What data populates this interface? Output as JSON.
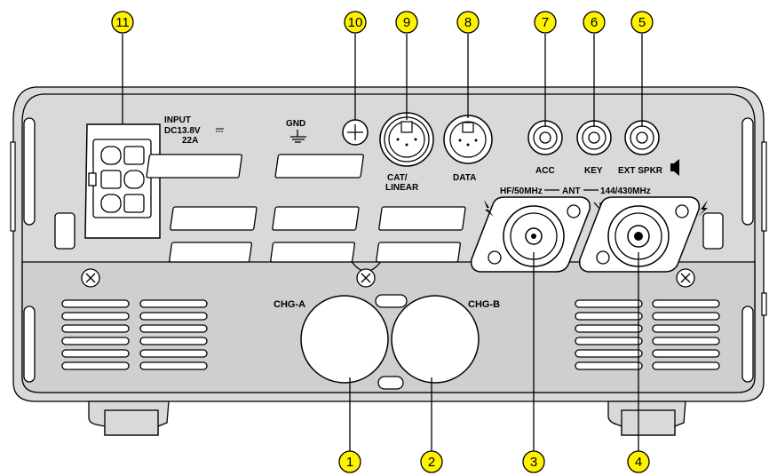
{
  "labels": {
    "input_line1": "INPUT",
    "input_line2": "DC13.8V",
    "input_line3": "22A",
    "gnd": "GND",
    "cat_line1": "CAT/",
    "cat_line2": "LINEAR",
    "data": "DATA",
    "acc": "ACC",
    "key": "KEY",
    "ext_spkr": "EXT SPKR",
    "hf": "HF/50MHz",
    "ant": "ANT",
    "vu": "144/430MHz",
    "chg_a": "CHG-A",
    "chg_b": "CHG-B"
  },
  "callouts": {
    "c1": "1",
    "c2": "2",
    "c3": "3",
    "c4": "4",
    "c5": "5",
    "c6": "6",
    "c7": "7",
    "c8": "8",
    "c9": "9",
    "c10": "10",
    "c11": "11"
  },
  "colors": {
    "callout_fill": "#fff200",
    "body": "#d9d9d9",
    "outline": "#000000"
  },
  "icons": [
    "ground-icon",
    "screw-icon",
    "antenna-icon",
    "speaker-icon",
    "lightning-icon"
  ]
}
